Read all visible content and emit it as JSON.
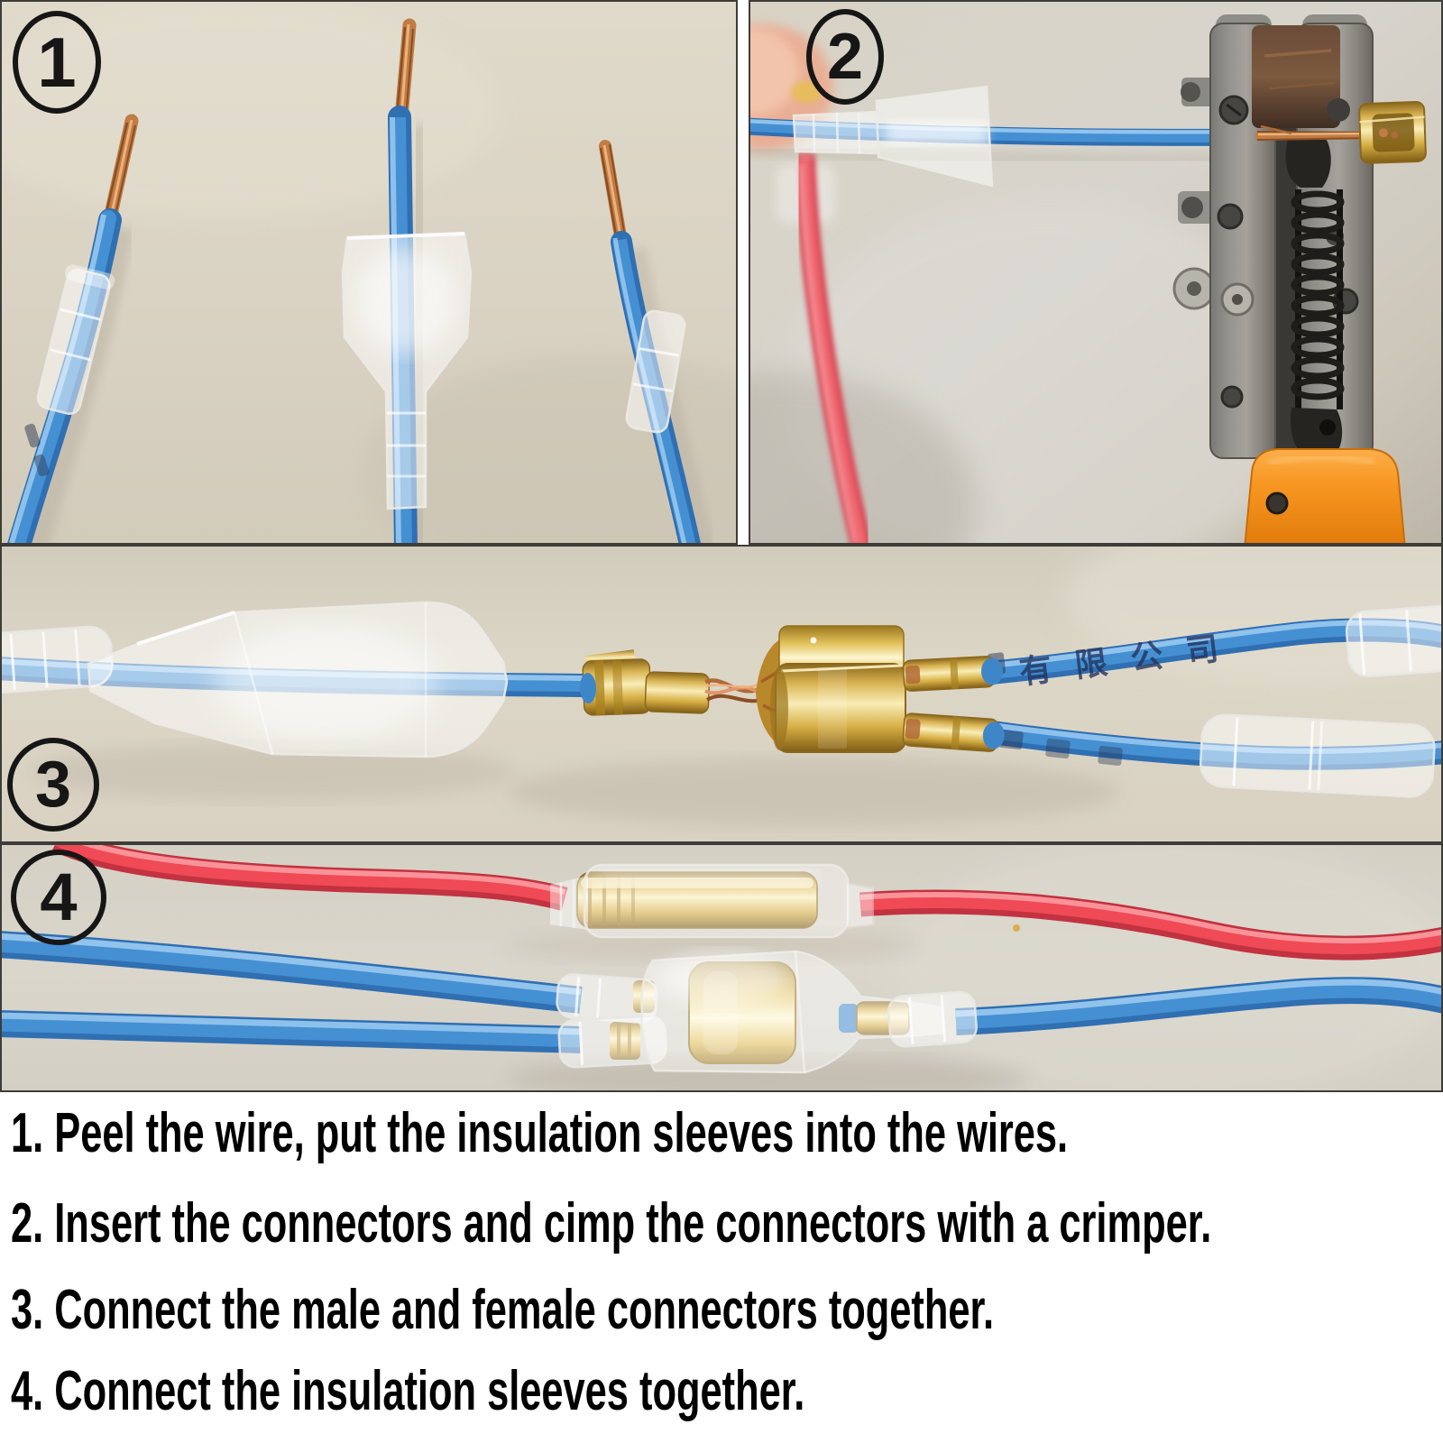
{
  "steps": [
    {
      "number": "1"
    },
    {
      "number": "2"
    },
    {
      "number": "3"
    },
    {
      "number": "4"
    }
  ],
  "instructions": {
    "lines": [
      "1. Peel the wire, put the insulation sleeves into the wires.",
      "2. Insert the connectors and cimp the connectors with a crimper.",
      "3. Connect the male and female connectors together.",
      "4. Connect the insulation sleeves together."
    ]
  },
  "wire_print": {
    "panel3_top": "有限公司"
  },
  "colors": {
    "wire_blue": "#3f86c8",
    "wire_red": "#ee4752",
    "brass_gold": "#d9b352",
    "copper": "#c9854f",
    "photo_background": "#d8d2c4",
    "panel_border": "#3e3c38",
    "handle_orange": "#f89722",
    "text_color": "#000000"
  }
}
